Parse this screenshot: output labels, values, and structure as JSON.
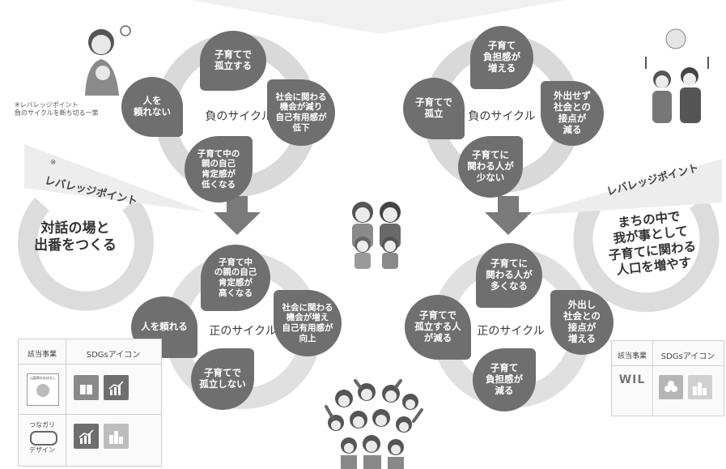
{
  "left": {
    "note": "※レバレッジポイント\n負のサイクルを断ち切る一策",
    "leverage_prefix": "※",
    "leverage_label": "レバレッジポイント",
    "leverage_action": "対話の場と\n出番をつくる",
    "negative_cycle": {
      "label": "負のサイクル",
      "items": [
        "子育てで\n孤立する",
        "社会に関わる\n機会が減り\n自己有用感が\n低下",
        "子育て中の\n親の自己\n肯定感が\n低くなる",
        "人を\n頼れない"
      ]
    },
    "positive_cycle": {
      "label": "正のサイクル",
      "items": [
        "子育て中\nの親の自己\n肯定感が\n高くなる",
        "社会に関わる\n機会が増え\n自己有用感が\n向上",
        "子育てで\n孤立しない",
        "人を頼れる"
      ]
    },
    "table": {
      "col1": "該当事業",
      "col2": "SDGsアイコン",
      "row1_project": "山梨県のおはなし",
      "row2_project_top": "つなガリ",
      "row2_project_bottom": "デザイン"
    }
  },
  "right": {
    "leverage_label": "レバレッジポイント",
    "leverage_action": "まちの中で\n我が事として\n子育てに関わる\n人口を増やす",
    "negative_cycle": {
      "label": "負のサイクル",
      "items": [
        "子育て\n負担感が\n増える",
        "外出せず\n社会との\n接点が\n減る",
        "子育てに\n関わる人が\n少ない",
        "子育てで\n孤立"
      ]
    },
    "positive_cycle": {
      "label": "正のサイクル",
      "items": [
        "子育てに\n関わる人が\n多くなる",
        "外出し\n社会との\n接点が\n増える",
        "子育て\n負担感が\n減る",
        "子育てで\n孤立する人\nが減る"
      ]
    },
    "table": {
      "col1": "該当事業",
      "col2": "SDGsアイコン",
      "row1_logo": "WIL"
    }
  },
  "colors": {
    "bubble": "#6f6f6f",
    "ring": "#d9d9d9",
    "arrow": "#7a7a7a",
    "leverage_ring": "#dcdcdc",
    "text": "#2b2b2b"
  }
}
